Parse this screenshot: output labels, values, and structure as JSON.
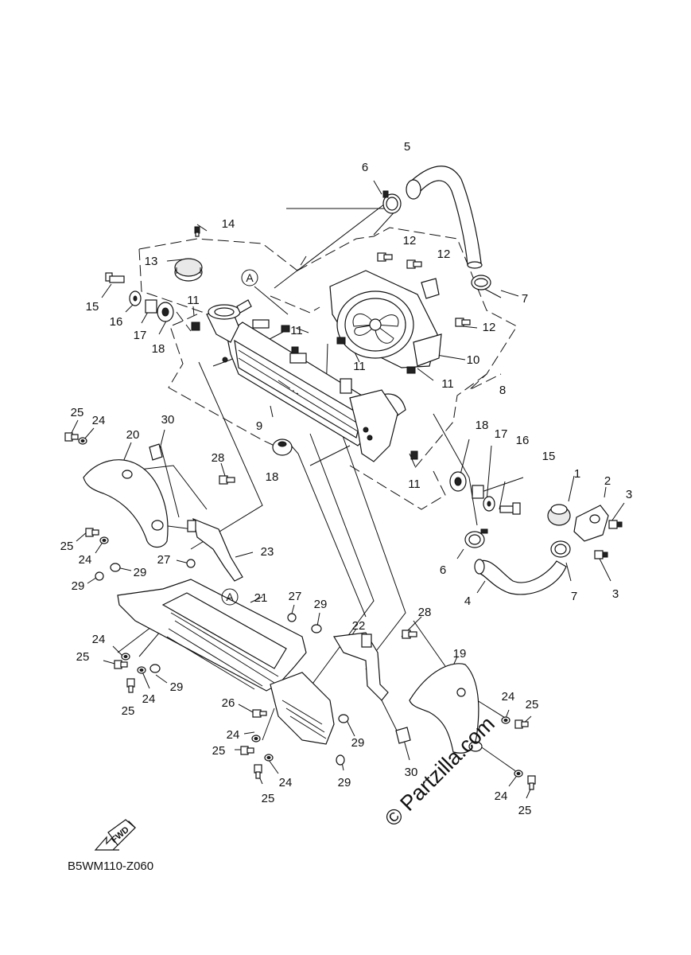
{
  "diagram_code": "B5WM110-Z060",
  "watermark": "© Partzilla.com",
  "fwd_label": "FWD",
  "ref_marker": "A",
  "callouts": [
    "1",
    "2",
    "3",
    "3",
    "4",
    "5",
    "6",
    "6",
    "7",
    "7",
    "8",
    "9",
    "10",
    "11",
    "11",
    "11",
    "11",
    "11",
    "11",
    "12",
    "12",
    "12",
    "13",
    "14",
    "15",
    "15",
    "16",
    "16",
    "17",
    "17",
    "18",
    "18",
    "18",
    "19",
    "20",
    "21",
    "22",
    "23",
    "24",
    "24",
    "24",
    "24",
    "24",
    "24",
    "24",
    "24",
    "25",
    "25",
    "25",
    "25",
    "25",
    "25",
    "25",
    "25",
    "26",
    "27",
    "27",
    "28",
    "28",
    "29",
    "29",
    "29",
    "29",
    "29",
    "29",
    "30",
    "30"
  ]
}
